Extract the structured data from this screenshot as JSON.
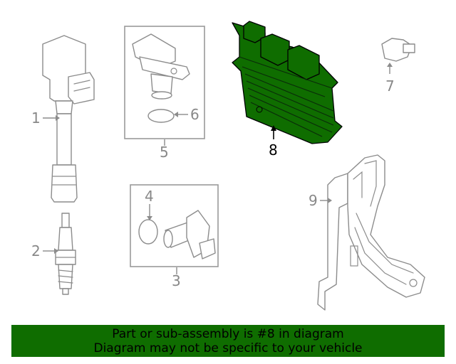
{
  "diagram": {
    "callouts": [
      {
        "id": "1",
        "text": "1"
      },
      {
        "id": "2",
        "text": "2"
      },
      {
        "id": "3",
        "text": "3"
      },
      {
        "id": "4",
        "text": "4"
      },
      {
        "id": "5",
        "text": "5"
      },
      {
        "id": "6",
        "text": "6"
      },
      {
        "id": "7",
        "text": "7"
      },
      {
        "id": "8",
        "text": "8"
      },
      {
        "id": "9",
        "text": "9"
      }
    ],
    "highlighted_part": "8",
    "highlight_color": "#0f6d00",
    "part_fill_color": "#0f6d00",
    "line_color": "#8c8c8c"
  },
  "banner": {
    "line1": "Part or sub-assembly is #8 in diagram",
    "line2": "Diagram may not be specific to your vehicle",
    "background": "#0f6d00"
  }
}
